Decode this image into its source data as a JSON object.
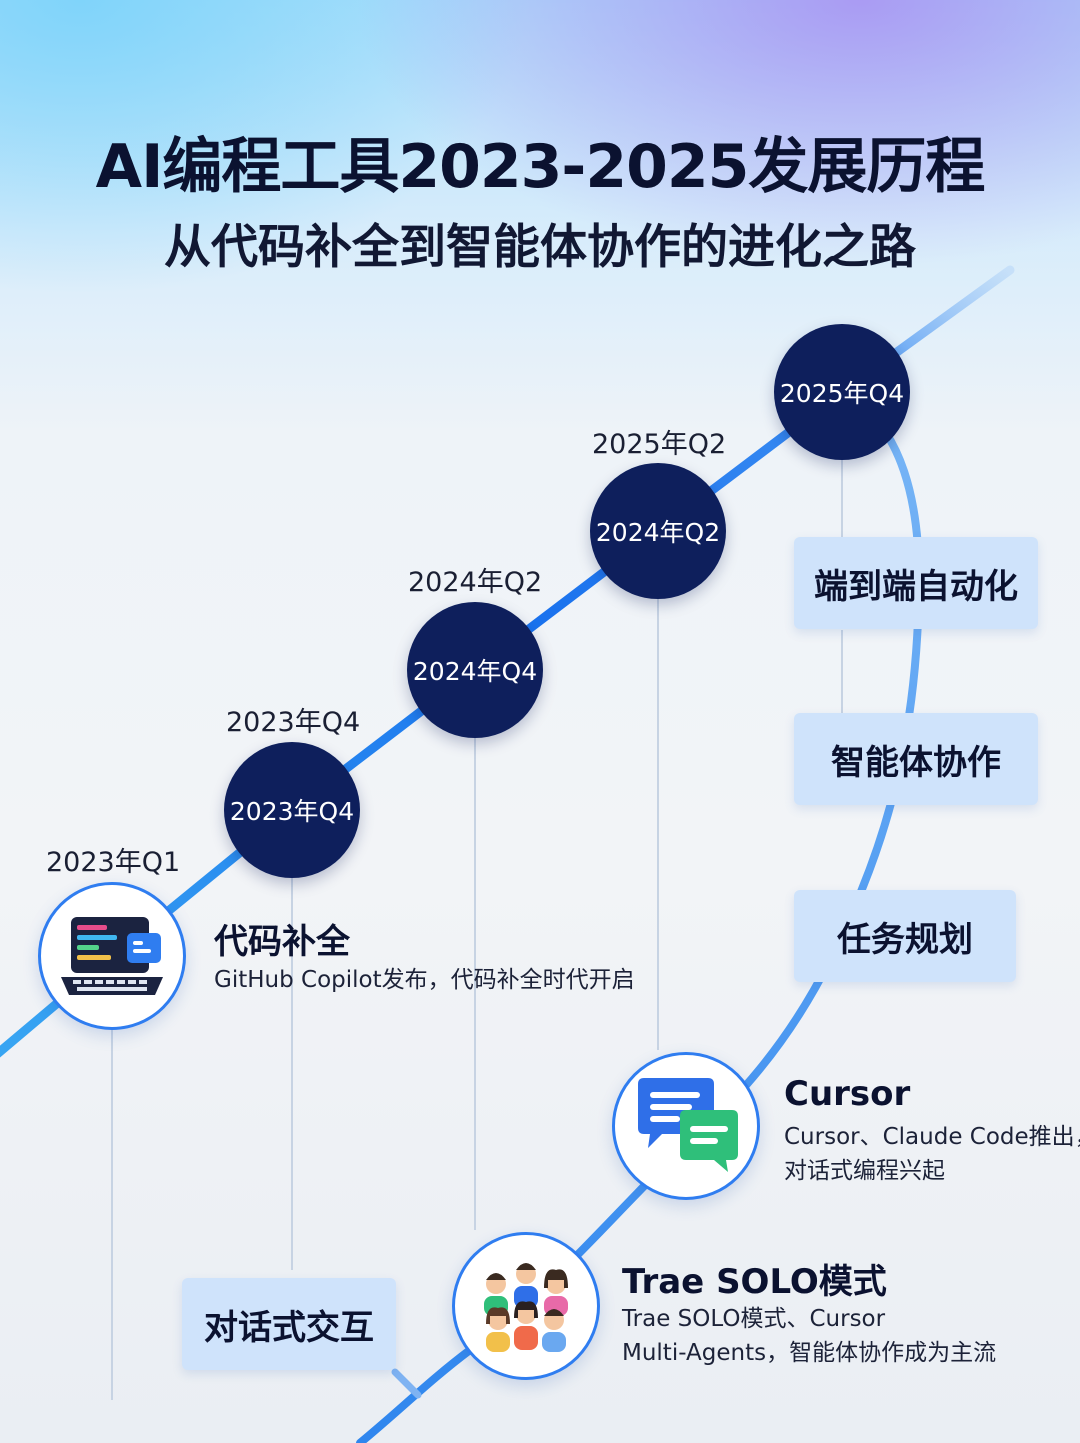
{
  "header": {
    "title": "AI编程工具2023-2025发展历程",
    "subtitle": "从代码补全到智能体协作的进化之路"
  },
  "timeline": {
    "year_labels": [
      "2023年Q1",
      "2023年Q4",
      "2024年Q2",
      "2025年Q2"
    ],
    "nodes": [
      "2023年Q4",
      "2024年Q4",
      "2024年Q2",
      "2025年Q4"
    ]
  },
  "stages": [
    "对话式交互",
    "任务规划",
    "智能体协作",
    "端到端自动化"
  ],
  "events": [
    {
      "title": "代码补全",
      "desc_lines": [
        "GitHub Copilot发布，代码补全时代开启"
      ],
      "icon": "laptop-code-icon"
    },
    {
      "title": "Cursor",
      "desc_lines": [
        "Cursor、Claude Code推出，",
        "对话式编程兴起"
      ],
      "icon": "chat-bubbles-icon"
    },
    {
      "title": "Trae SOLO模式",
      "desc_lines": [
        "Trae SOLO模式、Cursor",
        "Multi-Agents，智能体协作成为主流"
      ],
      "icon": "team-people-icon"
    }
  ],
  "colors": {
    "node": "#0e1f5c",
    "line": "#1f7ef0",
    "box": "#cfe3fb",
    "title": "#0b1230"
  }
}
